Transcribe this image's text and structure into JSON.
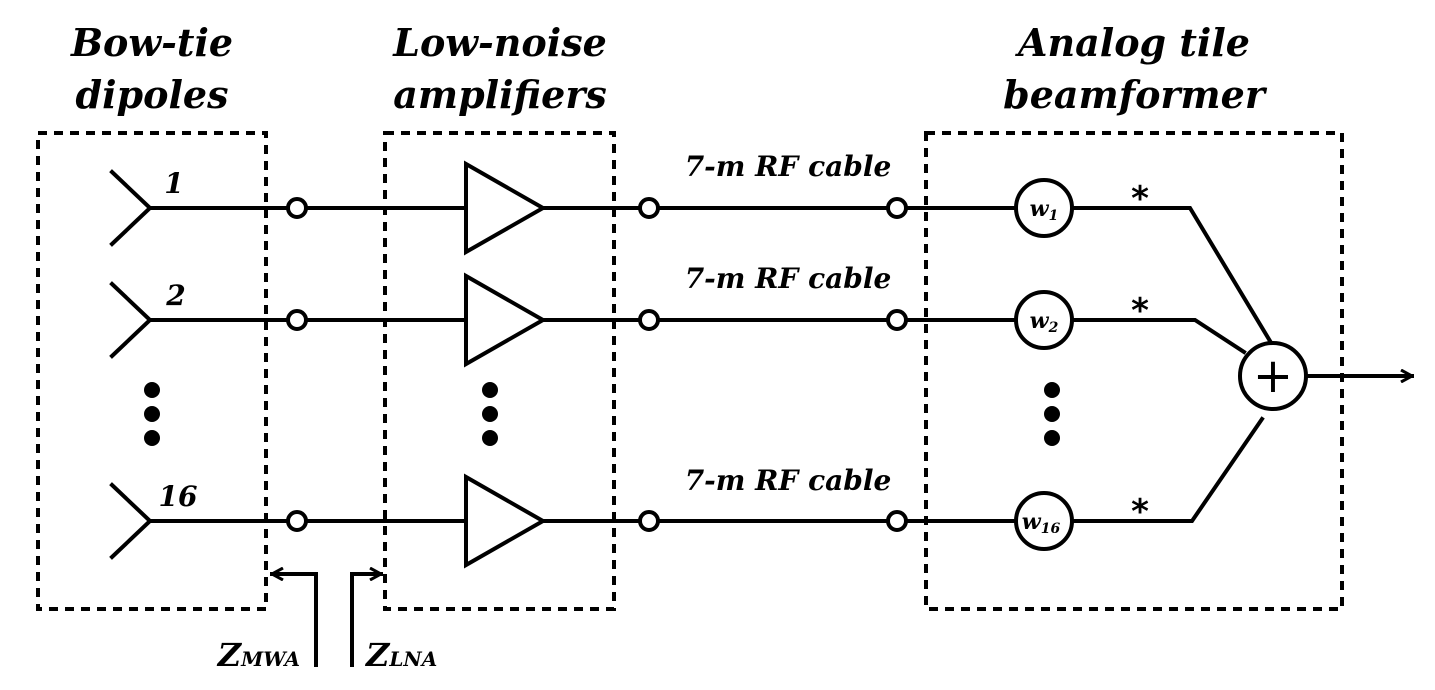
{
  "headings": {
    "dipoles": [
      "Bow-tie",
      "dipoles"
    ],
    "lna": [
      "Low-noise",
      "amplifiers"
    ],
    "beamformer": [
      "Analog tile",
      "beamformer"
    ]
  },
  "channels": [
    {
      "number": "1",
      "cable": "7-m RF cable",
      "weight": "w",
      "weight_sub": "1",
      "conj": "*"
    },
    {
      "number": "2",
      "cable": "7-m RF cable",
      "weight": "w",
      "weight_sub": "2",
      "conj": "*"
    },
    {
      "number": "16",
      "cable": "7-m RF cable",
      "weight": "w",
      "weight_sub": "16",
      "conj": "*"
    }
  ],
  "summer_symbol": "+",
  "impedances": {
    "mwa": {
      "main": "Z",
      "sub": "MWA"
    },
    "lna": {
      "main": "Z",
      "sub": "LNA"
    }
  }
}
